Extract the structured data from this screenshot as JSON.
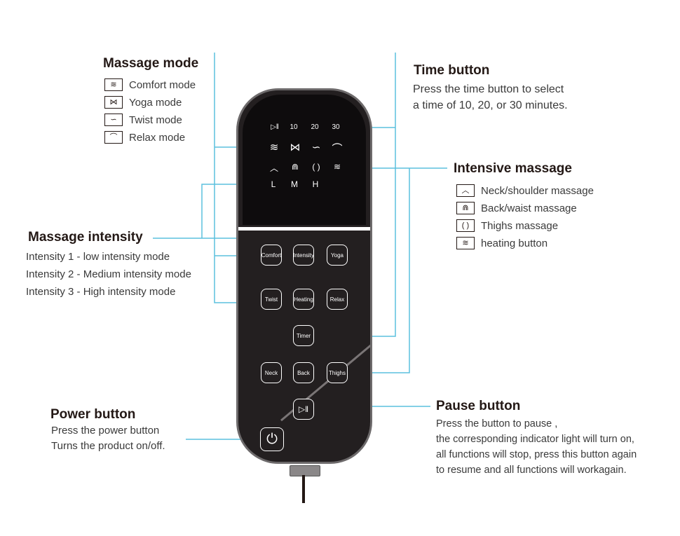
{
  "massage_mode": {
    "title": "Massage mode",
    "items": [
      {
        "icon": "comfort-mode-icon",
        "glyph": "≋",
        "label": "Comfort mode"
      },
      {
        "icon": "yoga-mode-icon",
        "glyph": "⋈",
        "label": "Yoga mode"
      },
      {
        "icon": "twist-mode-icon",
        "glyph": "∽",
        "label": "Twist mode"
      },
      {
        "icon": "relax-mode-icon",
        "glyph": "⌒",
        "label": "Relax mode"
      }
    ]
  },
  "massage_intensity": {
    "title": "Massage intensity",
    "items": [
      "Intensity 1 - low intensity mode",
      "Intensity 2 - Medium intensity mode",
      "Intensity 3 - High intensity mode"
    ]
  },
  "power_button": {
    "title": "Power button",
    "lines": [
      "Press the power button",
      "Turns the product on/off."
    ]
  },
  "time_button": {
    "title": "Time button",
    "lines": [
      "Press the time button to select",
      "a time of 10, 20, or 30 minutes."
    ]
  },
  "intensive_massage": {
    "title": "Intensive massage",
    "items": [
      {
        "icon": "neck-shoulder-icon",
        "glyph": "︿",
        "label": "Neck/shoulder massage"
      },
      {
        "icon": "back-waist-icon",
        "glyph": "⋒",
        "label": "Back/waist massage"
      },
      {
        "icon": "thighs-icon",
        "glyph": "( )",
        "label": "Thighs massage"
      },
      {
        "icon": "heating-icon",
        "glyph": "≋",
        "label": "heating button"
      }
    ]
  },
  "pause_button": {
    "title": "Pause button",
    "lines": [
      "Press the button to pause ,",
      "the corresponding indicator light will turn on,",
      "all functions will stop, press this button again",
      "to resume and all functions will workagain."
    ]
  },
  "display": {
    "play_pause_glyph": "▷‖",
    "times": [
      "10",
      "20",
      "30"
    ],
    "mode_glyphs": [
      "≋",
      "⋈",
      "∽",
      "⌒"
    ],
    "zone_glyphs": [
      "︿",
      "⋒",
      "( )",
      "≋"
    ],
    "levels": [
      "L",
      "M",
      "H"
    ]
  },
  "buttons": {
    "comfort": "Comfort",
    "intensity": "Intensity",
    "yoga": "Yoga",
    "twist": "Twist",
    "heating": "Heating",
    "relax": "Relax",
    "timer": "Timer",
    "neck": "Neck",
    "back": "Back",
    "thighs": "Thighs",
    "pause_glyph": "▷‖",
    "power_glyph": "⏻"
  },
  "colors": {
    "callout_line": "#5bc0de",
    "remote_body": "#231f20",
    "text_dark": "#231815"
  }
}
